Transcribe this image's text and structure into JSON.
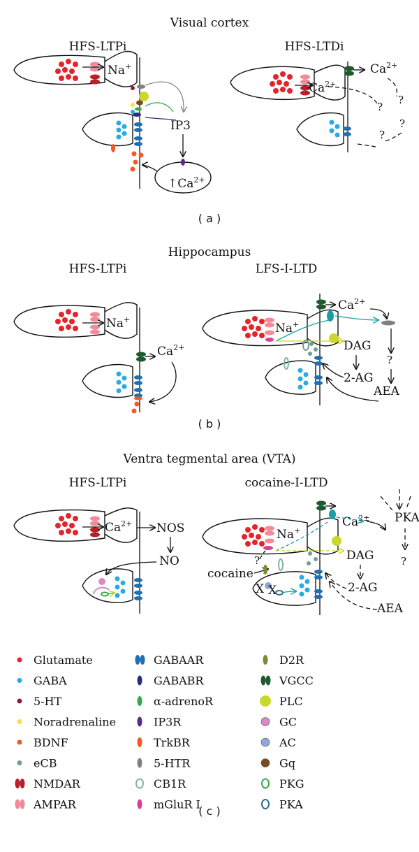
{
  "sections": {
    "a": {
      "title": "Visual cortex",
      "left": "HFS-LTPi",
      "right": "HFS-LTDi",
      "caption": "( a )"
    },
    "b": {
      "title": "Hippocampus",
      "left": "HFS-LTPi",
      "right": "LFS-I-LTD",
      "caption": "( b )"
    },
    "c": {
      "title": "Ventra tegmental area (VTA)",
      "left": "HFS-LTPi",
      "right": "cocaine-I-LTD",
      "caption": "( c )"
    }
  },
  "labels": {
    "na": "Na",
    "na_sup": "+",
    "ca": "Ca",
    "ca_sup": "2+",
    "ca_pm_sup": "2±",
    "ip3": "IP3",
    "q": "?",
    "dag": "DAG",
    "two_ag": "2-AG",
    "aea": "AEA",
    "nos": "NOS",
    "no": "NO",
    "pka": "PKA",
    "cocaine": "cocaine",
    "x": "X",
    "up": "↑"
  },
  "legend": [
    {
      "label": "Glutamate",
      "color": "#e3242b",
      "shape": "dot"
    },
    {
      "label": "GABA",
      "color": "#29abe2",
      "shape": "dot"
    },
    {
      "label": "5-HT",
      "color": "#8b1a4a",
      "shape": "dot"
    },
    {
      "label": "Noradrenaline",
      "color": "#f2e34c",
      "shape": "dot"
    },
    {
      "label": "BDNF",
      "color": "#f05a28",
      "shape": "dot"
    },
    {
      "label": "eCB",
      "color": "#6f9e93",
      "shape": "dot"
    },
    {
      "label": "NMDAR",
      "color": "#b8202a",
      "shape": "pair"
    },
    {
      "label": "AMPAR",
      "color": "#f28a9a",
      "shape": "pair"
    },
    {
      "label": "GABAAR",
      "color": "#1f6fb3",
      "shape": "pair"
    },
    {
      "label": "GABABR",
      "color": "#2b2f7a",
      "shape": "oval"
    },
    {
      "label": "α-adrenoR",
      "color": "#3aa84a",
      "shape": "oval"
    },
    {
      "label": "IP3R",
      "color": "#5b2a86",
      "shape": "oval"
    },
    {
      "label": "TrkBR",
      "color": "#f05a28",
      "shape": "oval"
    },
    {
      "label": "5-HTR",
      "color": "#808080",
      "shape": "oval"
    },
    {
      "label": "CB1R",
      "color": "#7fb5a8",
      "shape": "ring"
    },
    {
      "label": "mGluR I",
      "color": "#d9409a",
      "shape": "oval"
    },
    {
      "label": "D2R",
      "color": "#7f8a2a",
      "shape": "oval"
    },
    {
      "label": "VGCC",
      "color": "#1f5a2e",
      "shape": "pair"
    },
    {
      "label": "PLC",
      "color": "#c9d82a",
      "shape": "big"
    },
    {
      "label": "GC",
      "color": "#d98ac0",
      "shape": "circle"
    },
    {
      "label": "AC",
      "color": "#8fa8d8",
      "shape": "circle"
    },
    {
      "label": "Gq",
      "color": "#7a4a1f",
      "shape": "circle"
    },
    {
      "label": "PKG",
      "color": "#3aa84a",
      "shape": "ring"
    },
    {
      "label": "PKA",
      "color": "#2f6f8a",
      "shape": "ring"
    }
  ],
  "colors": {
    "glutamate": "#e3242b",
    "gaba": "#29abe2",
    "nmdar": "#b8202a",
    "ampar": "#f28a9a",
    "gabaar": "#1f6fb3",
    "vgcc": "#1f5a2e",
    "plc": "#c9d82a",
    "teal": "#1aa0a0",
    "ecb": "#6f9e93",
    "bdnf": "#f05a28",
    "mglur": "#d9409a"
  }
}
